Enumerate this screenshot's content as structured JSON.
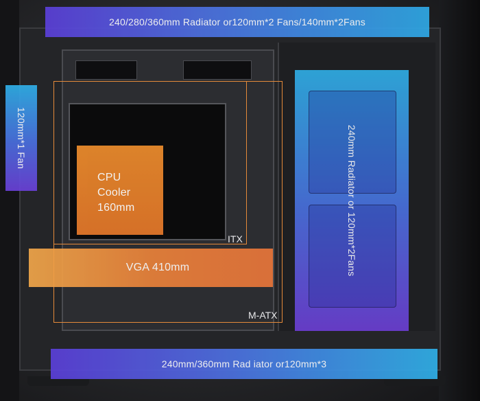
{
  "zones": {
    "top_radiator": "240/280/360mm Radiator or120mm*2 Fans/140mm*2Fans",
    "bottom_radiator": "240mm/360mm Rad iator or120mm*3",
    "left_fan": "120mm*1 Fan",
    "right_radiator": "240mm Radiator or 120mm*2Fans",
    "cpu_cooler": "CPU Cooler 160mm",
    "vga": "VGA 410mm"
  },
  "board_sizes": {
    "itx": "ITX",
    "matx": "M-ATX"
  },
  "colors": {
    "accent_blue": "#2fb0e8",
    "accent_purple": "#5b3fd9",
    "accent_orange": "#e8832c"
  }
}
